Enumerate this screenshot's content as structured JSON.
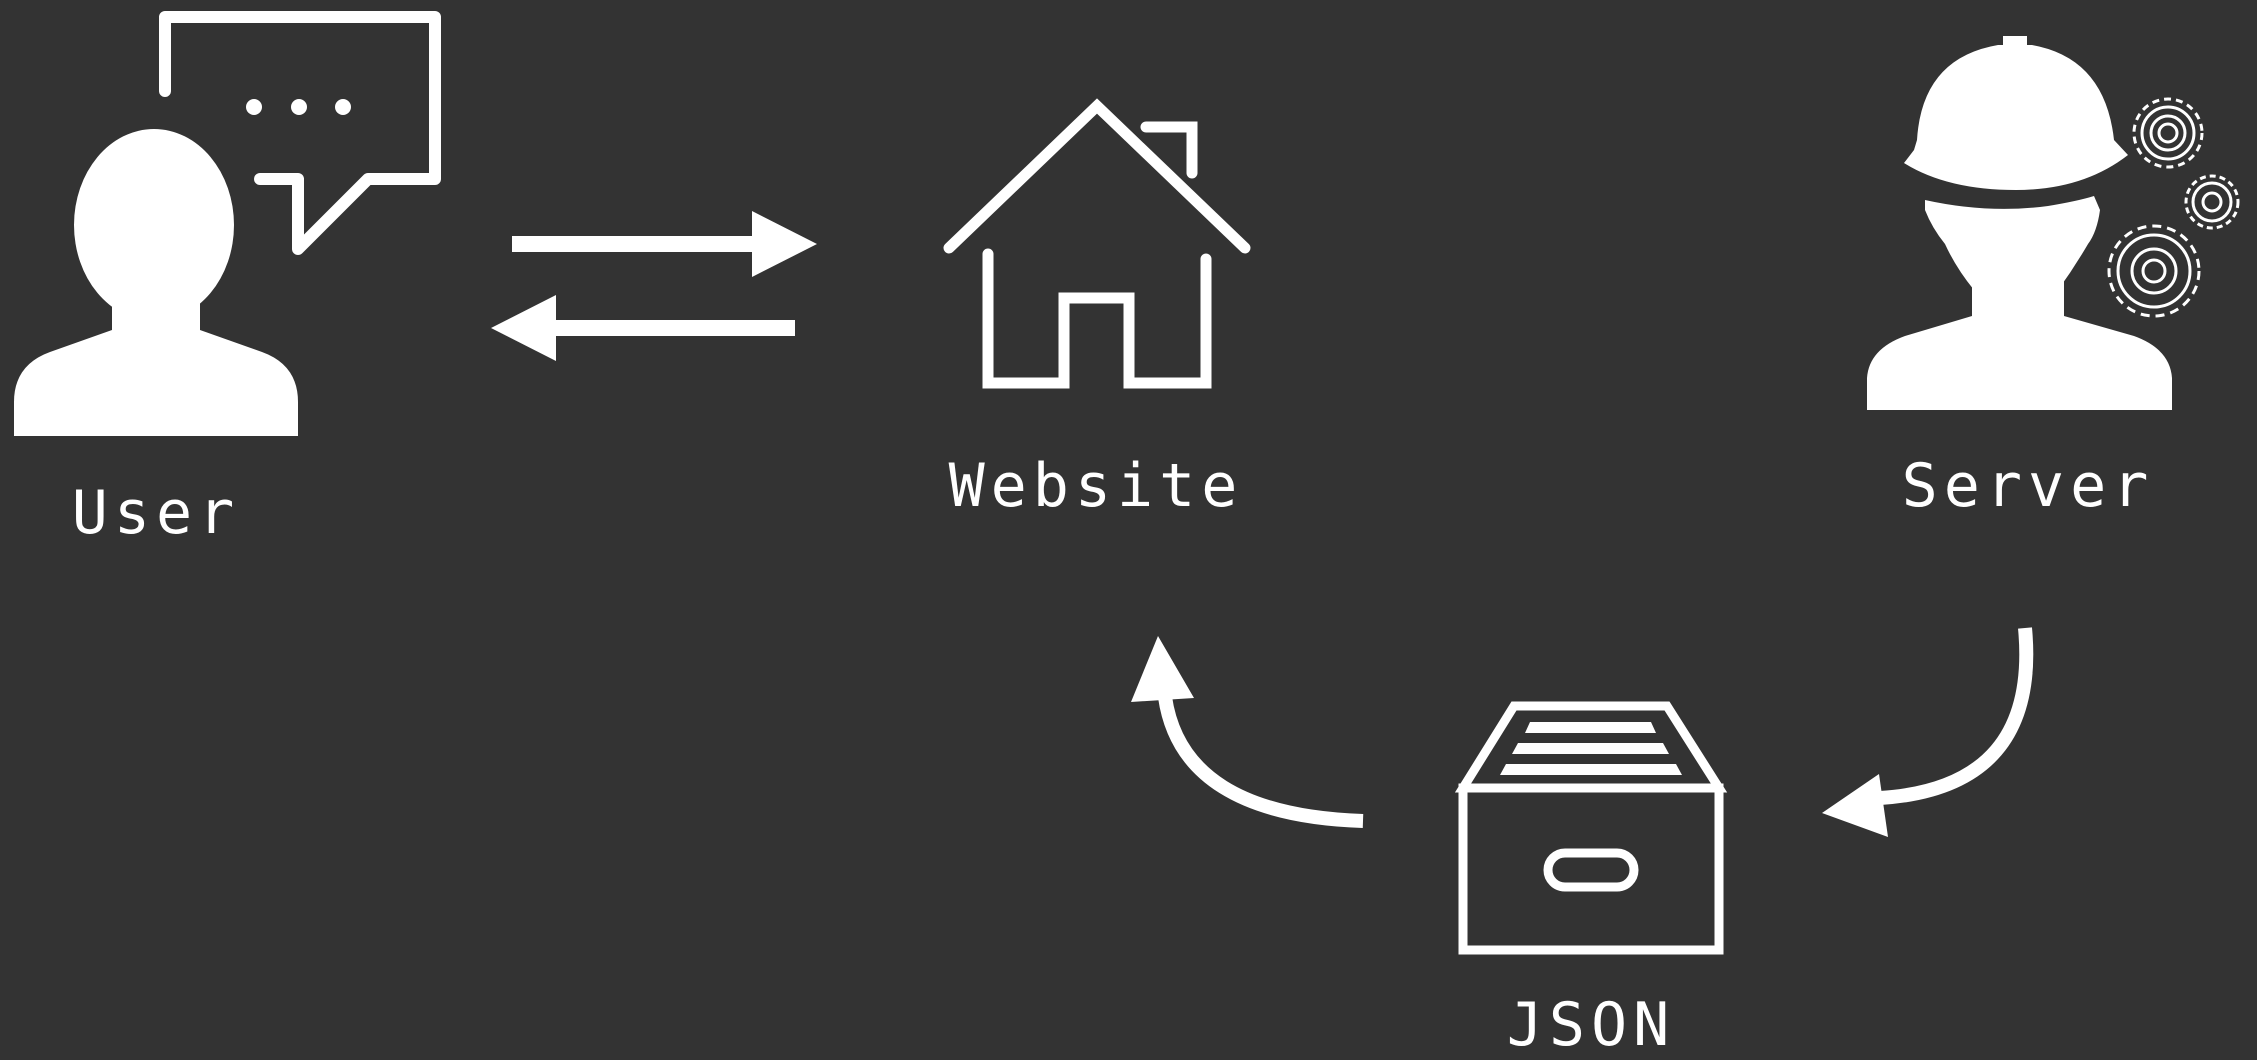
{
  "diagram": {
    "background": "#333333",
    "foreground": "#ffffff",
    "nodes": {
      "user": {
        "label": "User",
        "icon": "user-speech-bubble-icon"
      },
      "website": {
        "label": "Website",
        "icon": "house-icon"
      },
      "server": {
        "label": "Server",
        "icon": "worker-gears-icon"
      },
      "json": {
        "label": "JSON",
        "icon": "file-drawer-icon"
      }
    },
    "edges": [
      {
        "from": "User",
        "to": "Website"
      },
      {
        "from": "Website",
        "to": "User"
      },
      {
        "from": "Server",
        "to": "JSON"
      },
      {
        "from": "JSON",
        "to": "Website"
      }
    ]
  }
}
